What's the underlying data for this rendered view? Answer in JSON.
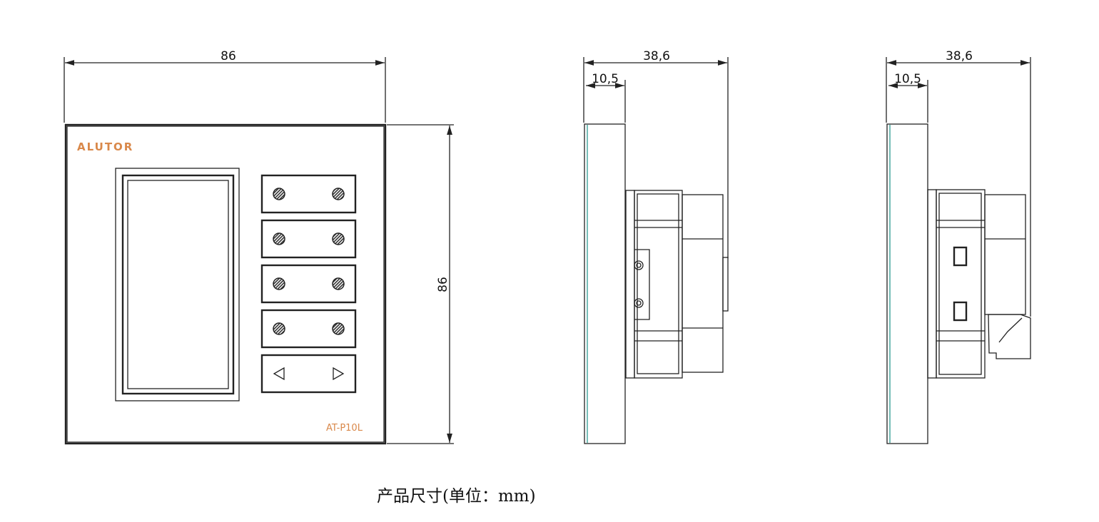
{
  "front_view": {
    "brand": "ALUTOR",
    "model": "AT-P10L",
    "width_dim": "86",
    "height_dim": "86",
    "button_rows": 5,
    "nav_icons": [
      "triangle-left-icon",
      "triangle-right-icon"
    ]
  },
  "side_view_left": {
    "depth_dim": "38,6",
    "panel_dim": "10,5"
  },
  "side_view_right": {
    "depth_dim": "38,6",
    "panel_dim": "10,5"
  },
  "caption": "产品尺寸(单位：mm)",
  "colors": {
    "brand": "#d9884a",
    "edge": "#4aa8a0",
    "line": "#222222"
  }
}
